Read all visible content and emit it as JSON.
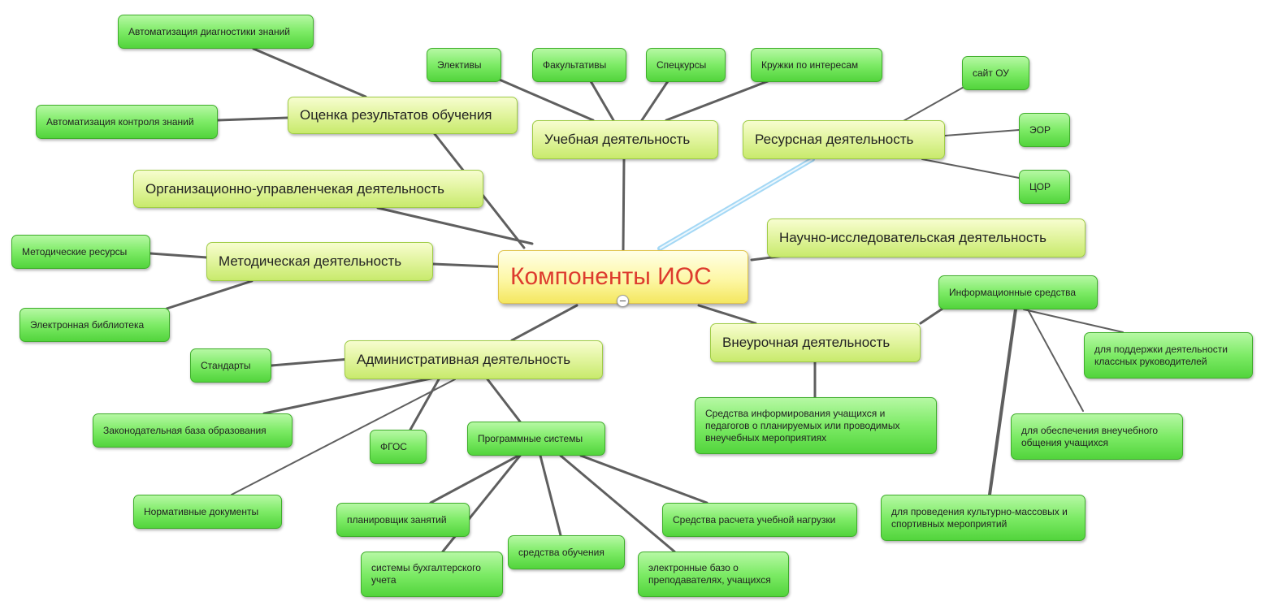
{
  "root": {
    "label": "Компоненты ИОС",
    "collapse_symbol": "–"
  },
  "branches": {
    "ocenka": "Оценка результатов обучения",
    "auto_diag": "Автоматизация диагностики знаний",
    "auto_kontrol": "Автоматизация контроля знаний",
    "uchebnaya": "Учебная деятельность",
    "electives": "Элективы",
    "fakultativy": "Факультативы",
    "speckursy": "Спецкурсы",
    "kruzhki": "Кружки по интересам",
    "resursnaya": "Ресурсная деятельность",
    "sait": "сайт ОУ",
    "eor": "ЭОР",
    "cor": "ЦОР",
    "org": "Организационно-управленчекая деятельность",
    "nauchno": "Научно-исследовательская деятельность",
    "metodicheskaya": "Методическая деятельность",
    "metod_resursy": "Методические ресурсы",
    "el_biblioteka": "Электронная библиотека",
    "administrativnaya": "Административная деятельность",
    "standarty": "Стандарты",
    "zakon_baza": "Законодательная база образования",
    "fgos": "ФГОС",
    "normativ": "Нормативные документы",
    "programmnye": "Программные системы",
    "planirovshik": "планировщик занятий",
    "buhgalter": "системы бухгалтерского учета",
    "sredstva_obucheniya": "средства обучения",
    "el_bazy": "электронные базо о преподавателях, учащихся",
    "raschet": "Средства расчета учебной нагрузки",
    "vneurochnaya": "Внеурочная деятельность",
    "sredstva_inform": "Средства информирования учащихся и педагогов о планируемых или проводимых внеучебных мероприятиях",
    "inform_sredstva": "Информационные средства",
    "podderzhka": "для поддержки деятельности классных руководителей",
    "obespechenie": "для обеспечения внеучебного общения учащихся",
    "provedenie": "для проведения культурно-массовых и спортивных мероприятий"
  },
  "colors": {
    "connector": "#5f5f5f",
    "highlight_connector": "#5ab8ec",
    "root_text": "#dd3b2e"
  }
}
